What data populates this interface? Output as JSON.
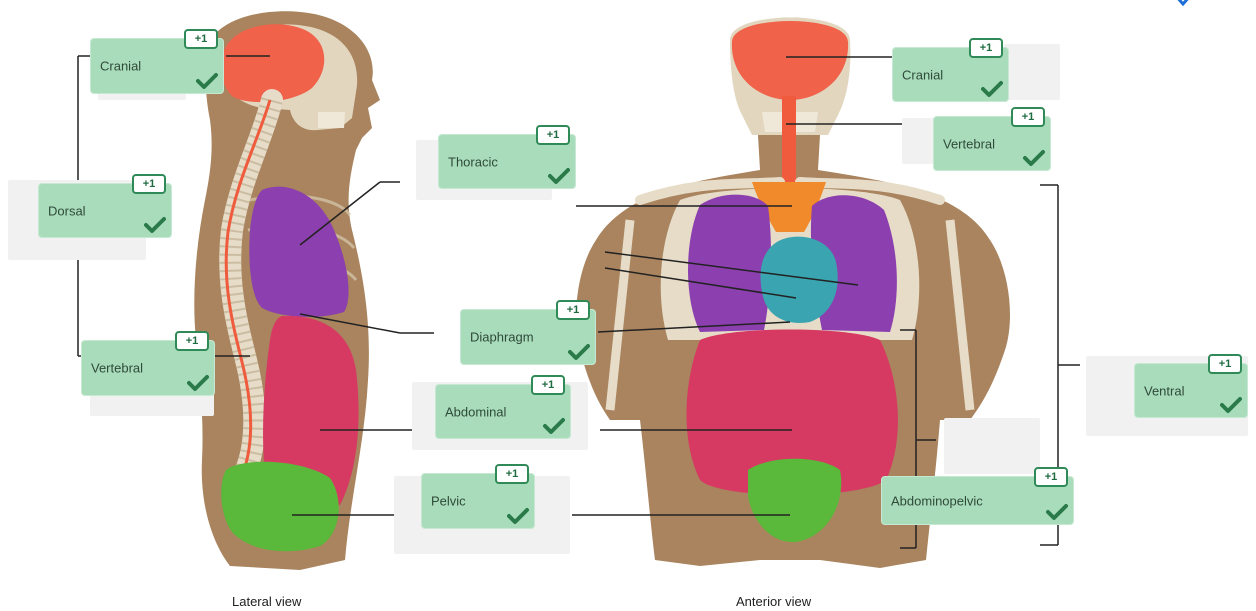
{
  "captions": {
    "lateral": "Lateral view",
    "anterior": "Anterior view"
  },
  "score_badge": "+1",
  "labels": {
    "cranial_left": "Cranial",
    "dorsal": "Dorsal",
    "vertebral_left": "Vertebral",
    "thoracic": "Thoracic",
    "diaphragm": "Diaphragm",
    "abdominal": "Abdominal",
    "pelvic": "Pelvic",
    "cranial_right": "Cranial",
    "vertebral_right": "Vertebral",
    "ventral": "Ventral",
    "abdominopelvic": "Abdominopelvic"
  },
  "icons": {
    "check": "check-icon",
    "corner": "chevron-icon"
  },
  "colors": {
    "chip": "#a9dcbb",
    "badge_border": "#2f8a57",
    "check": "#2a7a4a",
    "skin": "#a9845e",
    "bone": "#e6dcc8",
    "brain": "#f0624a",
    "thoracic": "#8c3fae",
    "heart": "#3aa5b0",
    "mediastinum": "#f08a2a",
    "abdominal": "#d63a62",
    "pelvic": "#5ab83a"
  }
}
